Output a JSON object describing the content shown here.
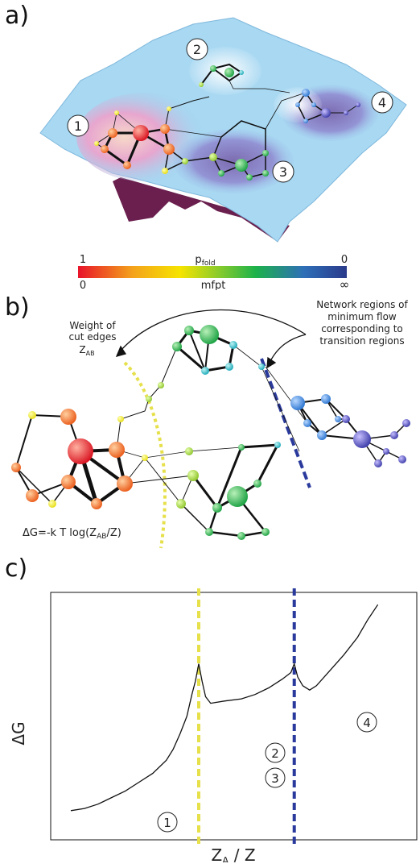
{
  "panel_a": {
    "label": "a)",
    "regions": [
      "1",
      "2",
      "3",
      "4"
    ],
    "colorbar": {
      "top_left": "1",
      "top_center": "p",
      "top_center_sub": "fold",
      "top_right": "0",
      "bottom_left": "0",
      "bottom_center": "mfpt",
      "bottom_right": "∞",
      "colors": [
        "#e8132a",
        "#f4a11c",
        "#f6e400",
        "#8ccc2a",
        "#1db24a",
        "#2e6fb8",
        "#2a3a8a"
      ]
    }
  },
  "panel_b": {
    "label": "b)",
    "annot_weight_line1": "Weight of",
    "annot_weight_line2": "cut edges",
    "annot_weight_sym": "Z",
    "annot_weight_sub": "AB",
    "annot_network_line1": "Network regions of",
    "annot_network_line2": "minimum flow",
    "annot_network_line3": "corresponding to",
    "annot_network_line4": "transition regions",
    "formula_pre": "ΔG=-k T log(Z",
    "formula_sub": "AB",
    "formula_post": "/Z)"
  },
  "panel_c": {
    "label": "c)",
    "ylabel": "ΔG",
    "xlabel_main": "Z",
    "xlabel_sub": "A",
    "xlabel_rest": " / Z",
    "regions": [
      "1",
      "2",
      "3",
      "4"
    ],
    "yellow_cut_color": "#e6e04a",
    "blue_cut_color": "#2a3a9c"
  },
  "chart_data": {
    "type": "line",
    "xlabel": "ZA / Z",
    "ylabel": "ΔG",
    "series": [
      {
        "values": [
          [
            0.0,
            0.03
          ],
          [
            0.04,
            0.04
          ],
          [
            0.08,
            0.06
          ],
          [
            0.12,
            0.09
          ],
          [
            0.16,
            0.12
          ],
          [
            0.2,
            0.16
          ],
          [
            0.24,
            0.2
          ],
          [
            0.28,
            0.26
          ],
          [
            0.3,
            0.31
          ],
          [
            0.32,
            0.38
          ],
          [
            0.34,
            0.46
          ],
          [
            0.355,
            0.56
          ],
          [
            0.365,
            0.62
          ],
          [
            0.375,
            0.7
          ],
          [
            0.385,
            0.62
          ],
          [
            0.395,
            0.55
          ],
          [
            0.41,
            0.52
          ],
          [
            0.45,
            0.53
          ],
          [
            0.5,
            0.54
          ],
          [
            0.54,
            0.56
          ],
          [
            0.58,
            0.59
          ],
          [
            0.62,
            0.63
          ],
          [
            0.645,
            0.66
          ],
          [
            0.655,
            0.7
          ],
          [
            0.665,
            0.64
          ],
          [
            0.68,
            0.6
          ],
          [
            0.7,
            0.58
          ],
          [
            0.72,
            0.6
          ],
          [
            0.76,
            0.67
          ],
          [
            0.8,
            0.74
          ],
          [
            0.84,
            0.82
          ],
          [
            0.87,
            0.9
          ],
          [
            0.9,
            0.97
          ]
        ]
      }
    ],
    "cuts": [
      {
        "x": 0.375,
        "color": "yellow"
      },
      {
        "x": 0.655,
        "color": "blue"
      }
    ]
  }
}
